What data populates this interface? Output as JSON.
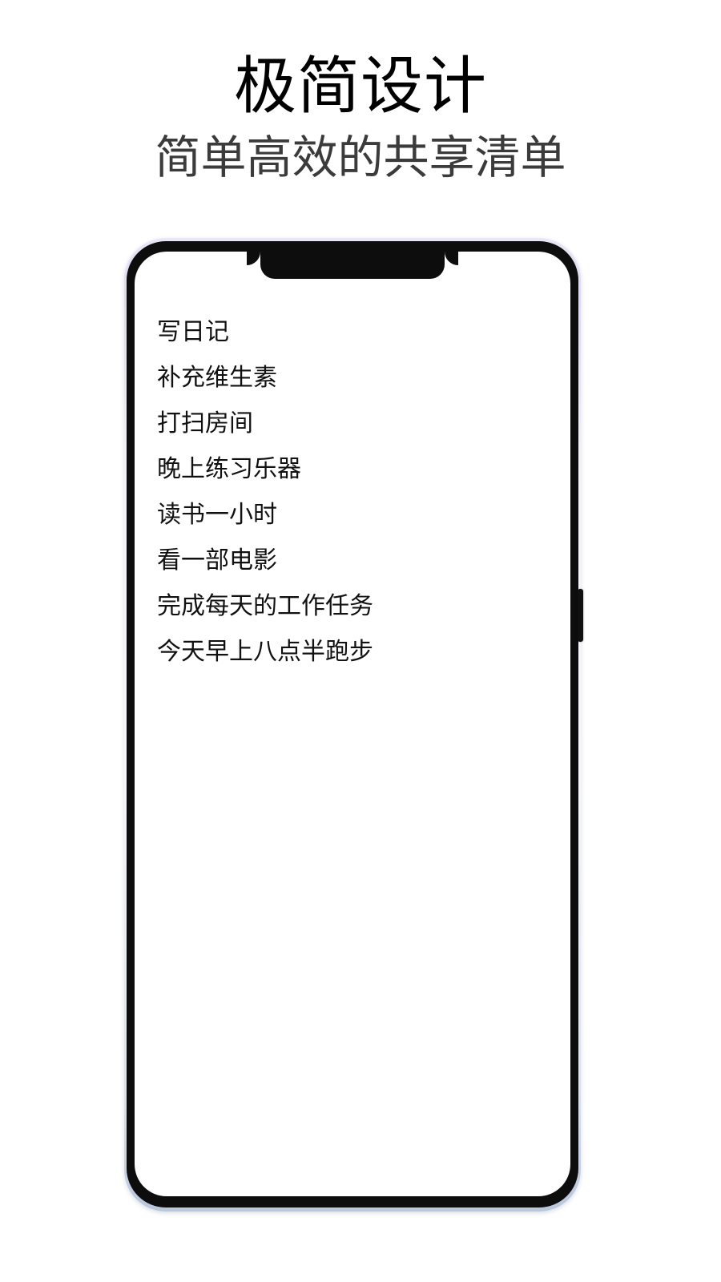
{
  "header": {
    "title": "极简设计",
    "subtitle": "简单高效的共享清单"
  },
  "colors": {
    "page_background": "#ffffff",
    "title_text": "#000000",
    "subtitle_text": "#3b3b3b",
    "phone_body": "#0d0d0d",
    "phone_bezel_top": "#e2ddf2",
    "phone_bezel_bottom": "#b9c7dc",
    "screen_background": "#ffffff",
    "task_text": "#111111"
  },
  "phone": {
    "notch_label": "camera-notch",
    "side_button_label": "power-button"
  },
  "app": {
    "tasks": [
      {
        "label": "写日记"
      },
      {
        "label": "补充维生素"
      },
      {
        "label": "打扫房间"
      },
      {
        "label": "晚上练习乐器"
      },
      {
        "label": "读书一小时"
      },
      {
        "label": "看一部电影"
      },
      {
        "label": "完成每天的工作任务"
      },
      {
        "label": "今天早上八点半跑步"
      }
    ]
  }
}
